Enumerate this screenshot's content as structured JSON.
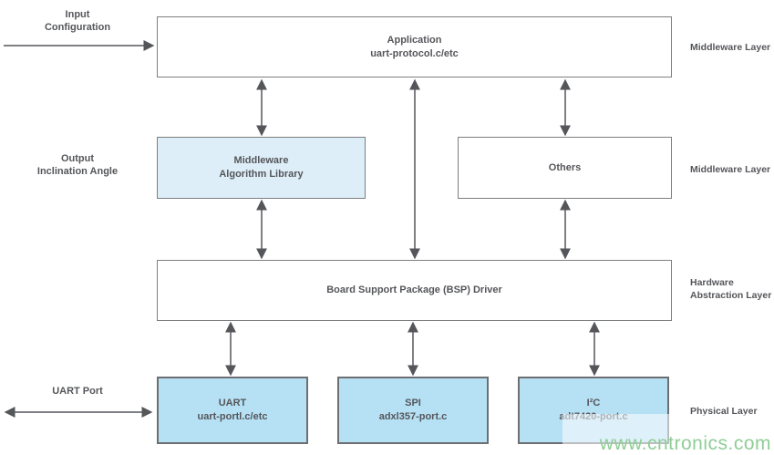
{
  "left_labels": {
    "input": "Input\nConfiguration",
    "output": "Output\nInclination Angle",
    "uart_port": "UART Port"
  },
  "right_labels": [
    "Middleware Layer",
    "Middleware Layer",
    "Hardware\nAbstraction Layer",
    "Physical Layer"
  ],
  "boxes": {
    "application": {
      "title": "Application",
      "subtitle": "uart-protocol.c/etc"
    },
    "middleware_algorithm_library": {
      "title": "Middleware\nAlgorithm Library"
    },
    "others": {
      "title": "Others"
    },
    "bsp_driver": {
      "title": "Board Support Package (BSP) Driver"
    },
    "uart": {
      "title": "UART",
      "subtitle": "uart-portl.c/etc"
    },
    "spi": {
      "title": "SPI",
      "subtitle": "adxl357-port.c"
    },
    "i2c": {
      "title": "I²C",
      "subtitle": "adt7420-port.c"
    }
  },
  "colors": {
    "box_fill_light_blue": "#ddeef8",
    "box_fill_blue": "#b6e1f5",
    "box_border": "#7d7e81",
    "text": "#55565a",
    "arrow": "#55565a",
    "watermark_green": "#8fce96"
  },
  "watermark": "www.cntronics.com"
}
